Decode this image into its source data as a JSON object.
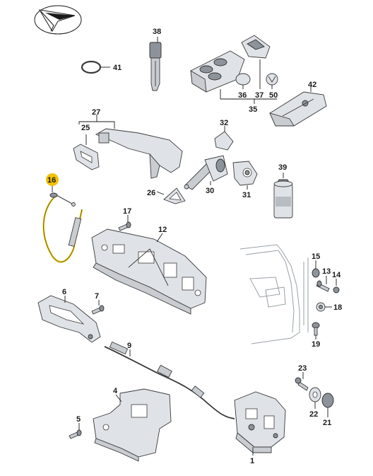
{
  "callouts": {
    "n1": "1",
    "n4": "4",
    "n5": "5",
    "n6": "6",
    "n7": "7",
    "n9": "9",
    "n12": "12",
    "n13": "13",
    "n14": "14",
    "n15": "15",
    "n16": "16",
    "n17": "17",
    "n18": "18",
    "n19": "19",
    "n21": "21",
    "n22": "22",
    "n23": "23",
    "n25": "25",
    "n26": "26",
    "n27": "27",
    "n30": "30",
    "n31": "31",
    "n32": "32",
    "n35": "35",
    "n36": "36",
    "n37": "37",
    "n38": "38",
    "n39": "39",
    "n41": "41",
    "n42": "42",
    "n50": "50"
  },
  "colors": {
    "highlight": "#f2c200",
    "cable_highlight": "#e8c400",
    "part_fill": "#c9cdd2",
    "outline": "#3a3a3a"
  },
  "icons": {
    "logo": "arrow-triangle-logo-icon"
  }
}
